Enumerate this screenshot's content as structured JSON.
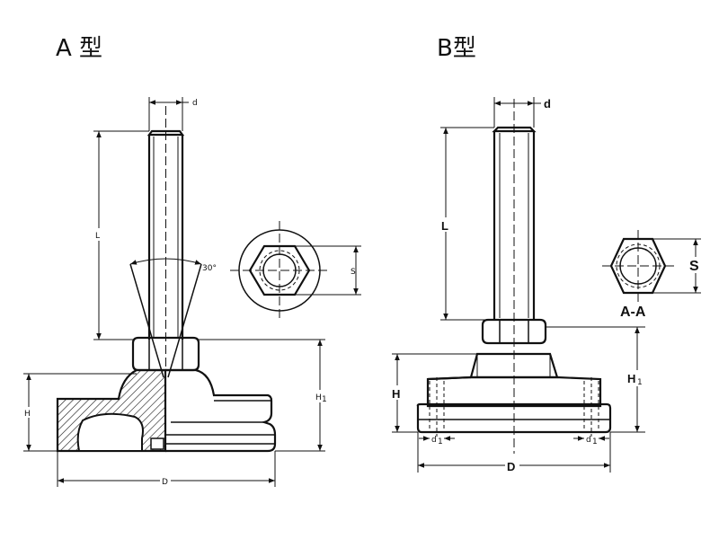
{
  "figures": [
    {
      "title": "A 型",
      "labels": {
        "d": "d",
        "L": "L",
        "angle": "30°",
        "S": "S",
        "H": "H",
        "H1": "H",
        "H1_sub": "1",
        "D": "D"
      }
    },
    {
      "title": "B型",
      "labels": {
        "d": "d",
        "L": "L",
        "S": "S",
        "section": "A-A",
        "H": "H",
        "H1": "H",
        "H1_sub": "1",
        "d1": "d",
        "d1_sub": "1",
        "D": "D"
      }
    }
  ]
}
